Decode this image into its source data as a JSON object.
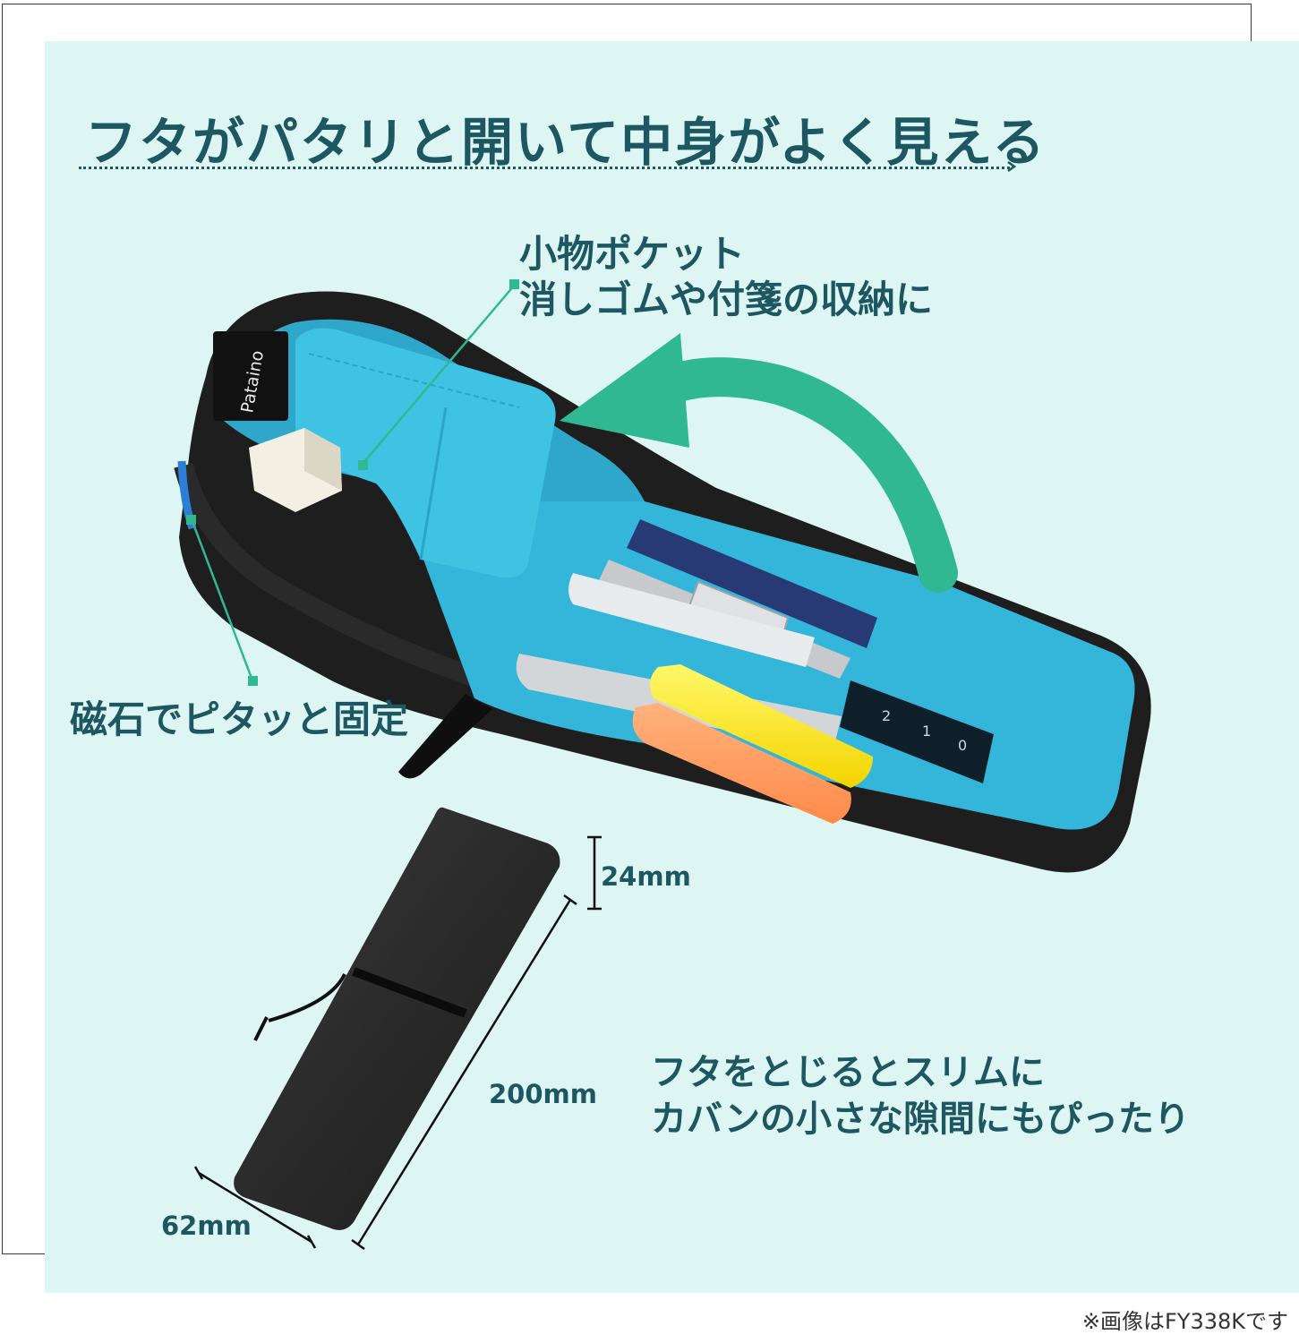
{
  "title": "フタがパタリと開いて中身がよく見える",
  "callouts": {
    "pocket_line1": "小物ポケット",
    "pocket_line2": "消しゴムや付箋の収納に",
    "magnet": "磁石でピタッと固定",
    "slim_line1": "フタをとじるとスリムに",
    "slim_line2": "カバンの小さな隙間にもぴったり"
  },
  "dimensions": {
    "depth": "24mm",
    "length": "200mm",
    "width": "62mm"
  },
  "brand_tag": "Pataino",
  "ruler_digits": [
    "2",
    "1",
    "0"
  ],
  "footnote": "※画像はFY338Kです",
  "colors": {
    "background": "#def6f3",
    "text": "#1c5762",
    "accent_green": "#2fb892",
    "lining_blue": "#33b6d9",
    "case_black": "#1c1c1c"
  }
}
